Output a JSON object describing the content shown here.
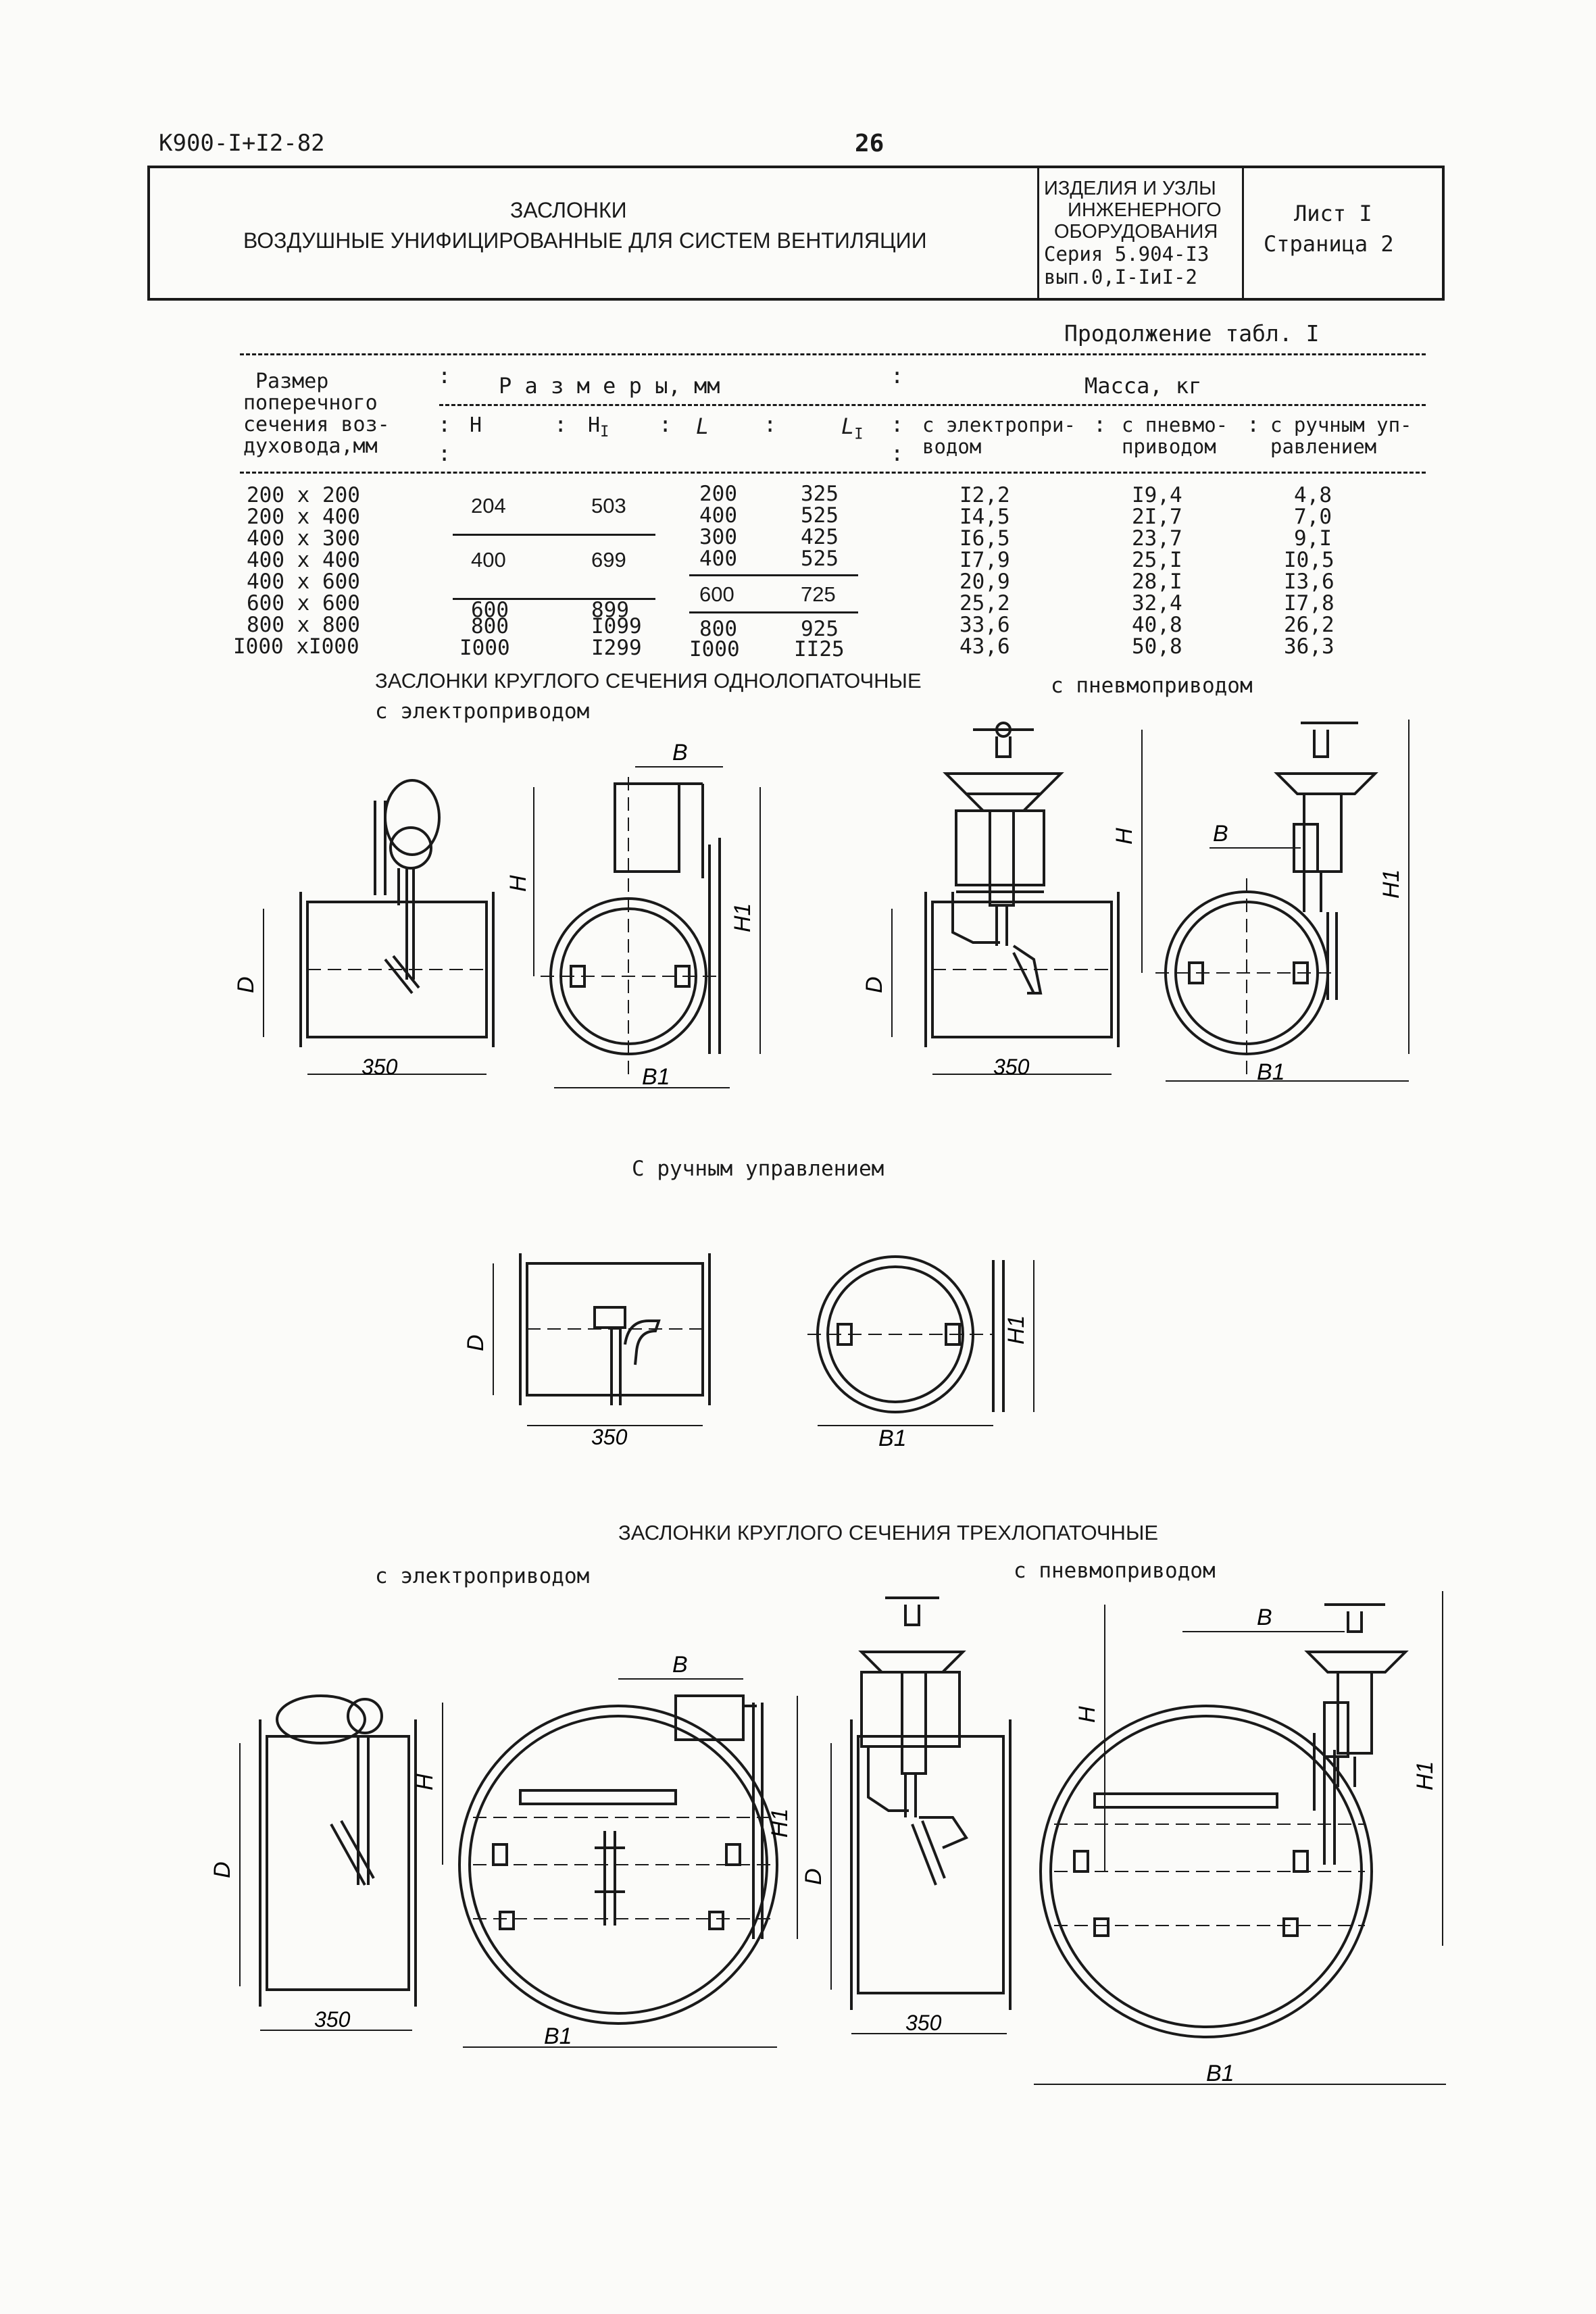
{
  "header": {
    "doc_code": "К900-I+I2-82",
    "page_number": "26",
    "title_line1": "ЗАСЛОНКИ",
    "title_line2": "ВОЗДУШНЫЕ УНИФИЦИРОВАННЫЕ ДЛЯ СИСТЕМ ВЕНТИЛЯЦИИ",
    "series_line1": "ИЗДЕЛИЯ И УЗЛЫ",
    "series_line2": "ИНЖЕНЕРНОГО",
    "series_line3": "ОБОРУДОВАНИЯ",
    "series_line4": "Серия 5.904-I3",
    "series_line5": "вып.0,I-IиI-2",
    "sheet": "Лист I",
    "page": "Страница 2"
  },
  "table": {
    "caption": "Продолжение табл. I",
    "col_size_line1": "Размер",
    "col_size_line2": "поперечного",
    "col_size_line3": "сечения воз-",
    "col_size_line4": "духовода,мм",
    "col_dims": "Р а з м е р ы, мм",
    "col_mass": "Масса, кг",
    "sub_H": "H",
    "sub_H1": "H",
    "sub_H1_index": "I",
    "sub_L": "L",
    "sub_L1": "L",
    "sub_L1_index": "I",
    "sub_electric_line1": "с электропри-",
    "sub_electric_line2": "водом",
    "sub_pneumo_line1": "с пневмо-",
    "sub_pneumo_line2": "приводом",
    "sub_manual_line1": "с ручным уп-",
    "sub_manual_line2": "равлением",
    "sizes": [
      "200 x 200",
      "200 x 400",
      "400 x 300",
      "400 x 400",
      "400 x 600",
      "600 x 600",
      "800 x 800",
      "I000 xI000"
    ],
    "H_values": [
      "204",
      "400",
      "600",
      "800",
      "I000"
    ],
    "H1_values": [
      "503",
      "699",
      "899",
      "I099",
      "I299"
    ],
    "L_values": [
      "200",
      "400",
      "300",
      "400",
      "600",
      "800",
      "I000"
    ],
    "L1_values": [
      "325",
      "525",
      "425",
      "525",
      "725",
      "925",
      "II25"
    ],
    "mass_electric": [
      "I2,2",
      "I4,5",
      "I6,5",
      "I7,9",
      "20,9",
      "25,2",
      "33,6",
      "43,6"
    ],
    "mass_pneumo": [
      "I9,4",
      "2I,7",
      "23,7",
      "25,I",
      "28,I",
      "32,4",
      "40,8",
      "50,8"
    ],
    "mass_manual": [
      "4,8",
      "7,0",
      "9,I",
      "I0,5",
      "I3,6",
      "I7,8",
      "26,2",
      "36,3"
    ]
  },
  "section1": {
    "title": "ЗАСЛОНКИ КРУГЛОГО СЕЧЕНИЯ ОДНОЛОПАТОЧНЫЕ",
    "electric_label": "с электроприводом",
    "pneumo_label": "с пневмоприводом",
    "manual_label": "С ручным управлением"
  },
  "section2": {
    "title": "ЗАСЛОНКИ КРУГЛОГО СЕЧЕНИЯ ТРЕХЛОПАТОЧНЫЕ",
    "electric_label": "с электроприводом",
    "pneumo_label": "с пневмоприводом"
  },
  "dims": {
    "length": "350",
    "D": "D",
    "H": "H",
    "H1": "H1",
    "B": "B",
    "B1": "B1"
  }
}
